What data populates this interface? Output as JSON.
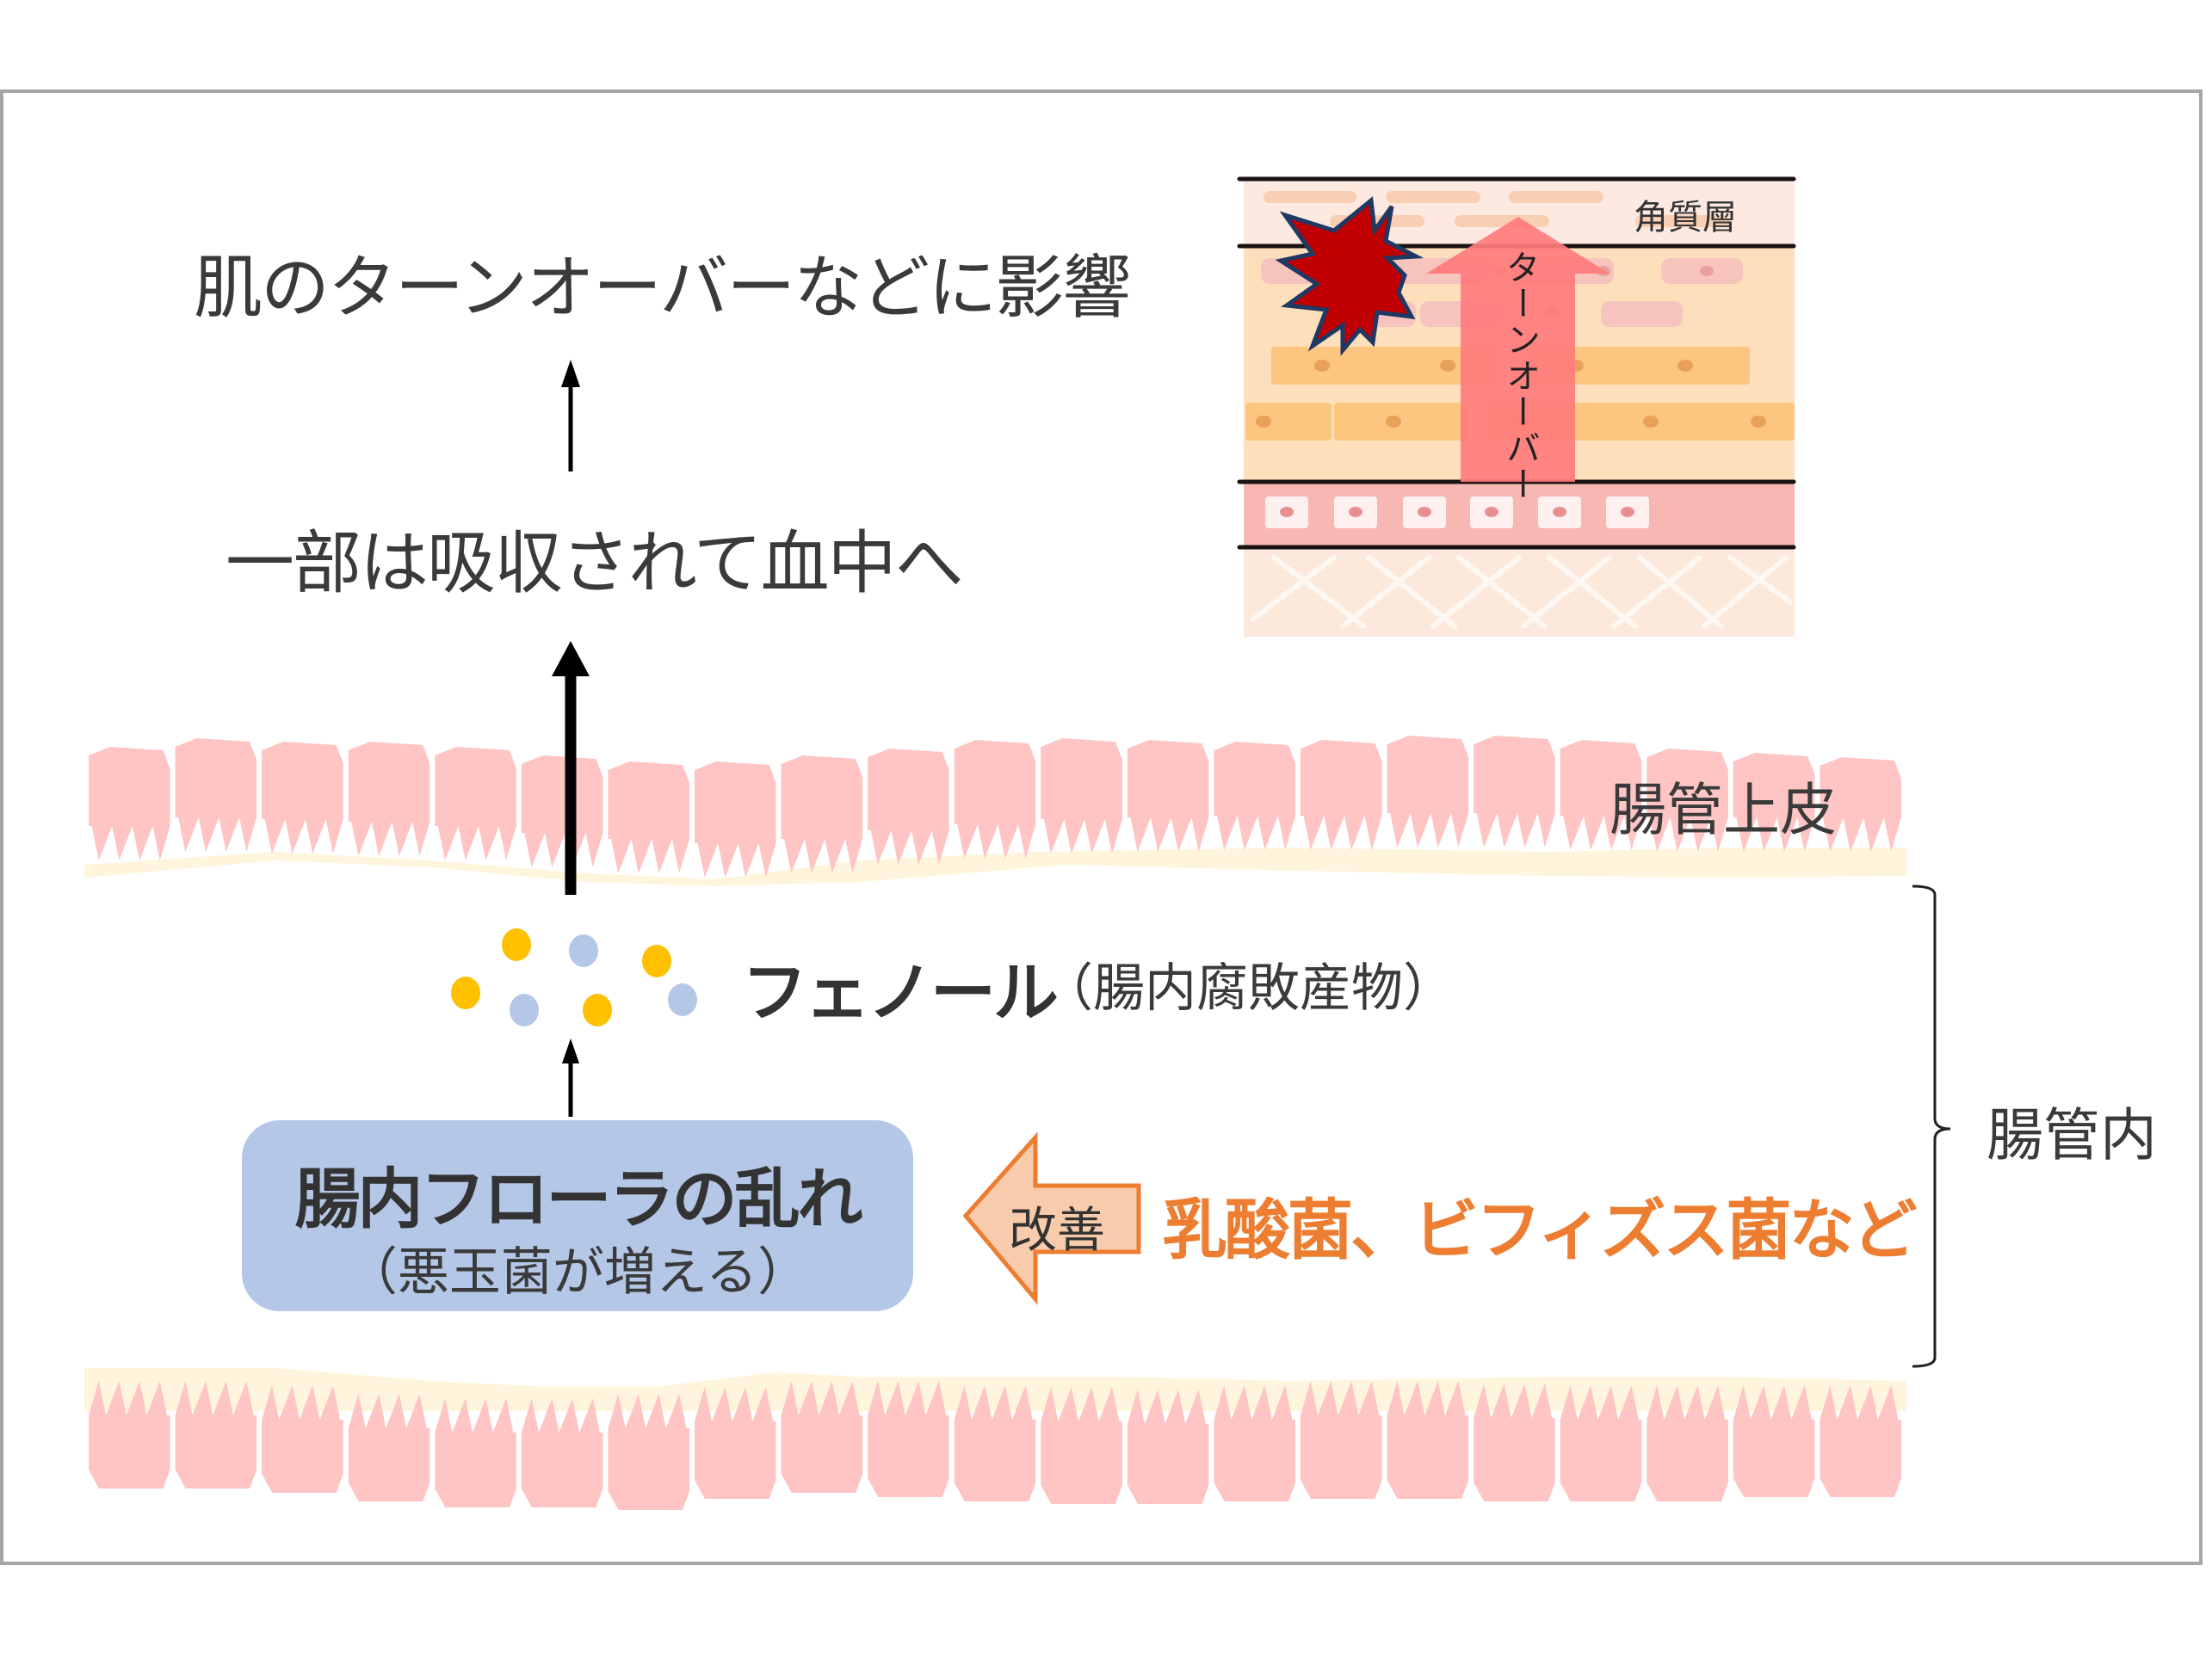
{
  "slide": {
    "title_effect": "肌のターンオーバーなどに影響",
    "absorption": "一部は吸収されて血中へ",
    "phenol": {
      "label": "フェノール",
      "note": "（腸内腐敗産物）"
    },
    "flora": {
      "main": "腸内フローラの乱れ",
      "sub": "（悪玉菌が増える）"
    },
    "improvement": {
      "arrow_label": "改善",
      "agents": "乳酸菌、ビフィズス菌など"
    },
    "labels": {
      "epithelium": "腸管上皮",
      "lumen": "腸管内"
    },
    "skin_diagram": {
      "layer_label": "角質層",
      "arrow_label": "ターンオーバー"
    }
  },
  "colors": {
    "text": "#3a3a3a",
    "accent_orange": "#ed7d31",
    "flora_box": "#b4c7e7",
    "epithelium": "#ffc4c4",
    "brush_border": "#fff5dc",
    "phenol_yellow": "#ffc000",
    "phenol_blue": "#b4c7e7",
    "burst_red": "#c00000",
    "burst_outline": "#1f3864"
  }
}
